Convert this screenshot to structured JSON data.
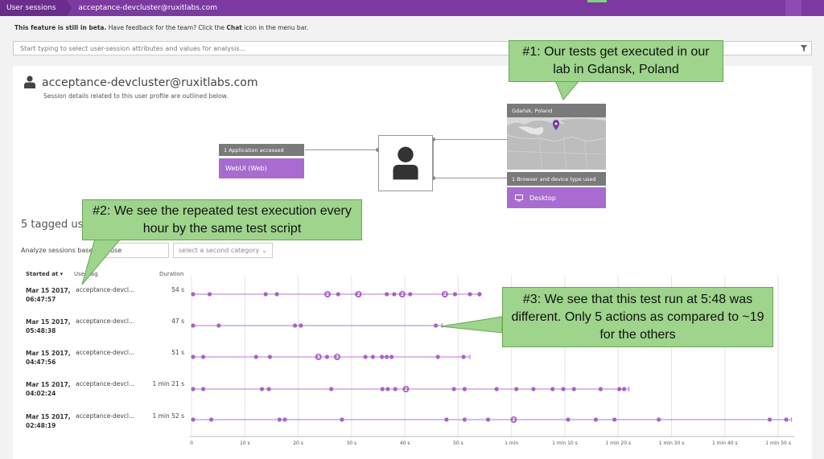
{
  "topbar": {
    "breadcrumb_1": "User sessions",
    "breadcrumb_2": "acceptance-devcluster@ruxitlabs.com"
  },
  "beta": {
    "prefix": "This feature is still in beta.",
    "middle": " Have feedback for the team? Click the ",
    "chat": "Chat",
    "suffix": " icon in the menu bar."
  },
  "filter": {
    "placeholder": "Start typing to select user-session attributes and values for analysis..."
  },
  "profile": {
    "name": "acceptance-devcluster@ruxitlabs.com",
    "subtitle": "Session details related to this user profile are outlined below.",
    "app_label": "1 Application accessed",
    "app_value": "WebUI (Web)",
    "location_label": "Gdańsk, Poland",
    "browser_label": "1 Browser and device type used",
    "browser_value": "Desktop"
  },
  "sessions": {
    "title": "5 tagged use",
    "analyze_label": "Analyze sessions based on",
    "select1": "use",
    "select2_placeholder": "select a second category",
    "columns": {
      "started": "Started at",
      "tag": "User tag",
      "duration": "Duration"
    },
    "rows": [
      {
        "date": "Mar 15 2017,",
        "time": "06:47:57",
        "tag": "acceptance-devcl...",
        "duration": "54 s",
        "end": 54,
        "events": [
          {
            "t": 0.3
          },
          {
            "t": 3.4
          },
          {
            "t": 13.9
          },
          {
            "t": 16
          },
          {
            "t": 25.5,
            "n": "2"
          },
          {
            "t": 27.5
          },
          {
            "t": 31
          },
          {
            "t": 31.3,
            "n": "2"
          },
          {
            "t": 36.6
          },
          {
            "t": 38
          },
          {
            "t": 39.5,
            "n": "2"
          },
          {
            "t": 41
          },
          {
            "t": 47.5,
            "n": "2"
          },
          {
            "t": 49.4
          },
          {
            "t": 52.2
          },
          {
            "t": 54
          }
        ]
      },
      {
        "date": "Mar 15 2017,",
        "time": "05:48:38",
        "tag": "acceptance-devcl...",
        "duration": "47 s",
        "end": 47,
        "events": [
          {
            "t": 0.3
          },
          {
            "t": 5.1
          },
          {
            "t": 19.4
          },
          {
            "t": 20.5
          },
          {
            "t": 45.8
          }
        ]
      },
      {
        "date": "Mar 15 2017,",
        "time": "04:47:56",
        "tag": "acceptance-devcl...",
        "duration": "51 s",
        "end": 52.2,
        "events": [
          {
            "t": 0.3
          },
          {
            "t": 2.2
          },
          {
            "t": 12.1
          },
          {
            "t": 14.7
          },
          {
            "t": 23.8,
            "n": "3"
          },
          {
            "t": 25.4
          },
          {
            "t": 27.3,
            "n": "3"
          },
          {
            "t": 32.6
          },
          {
            "t": 34
          },
          {
            "t": 35.7
          },
          {
            "t": 36.6
          },
          {
            "t": 37.5
          },
          {
            "t": 46.2
          },
          {
            "t": 51
          }
        ]
      },
      {
        "date": "Mar 15 2017,",
        "time": "04:02:24",
        "tag": "acceptance-devcl...",
        "duration": "1 min 21 s",
        "end": 82,
        "events": [
          {
            "t": 0.3
          },
          {
            "t": 2.2
          },
          {
            "t": 13.2
          },
          {
            "t": 14.5
          },
          {
            "t": 26.2
          },
          {
            "t": 35.8
          },
          {
            "t": 36.8
          },
          {
            "t": 38.2
          },
          {
            "t": 40.2,
            "n": "2"
          },
          {
            "t": 49.2
          },
          {
            "t": 51.2
          },
          {
            "t": 57.2
          },
          {
            "t": 60.9
          },
          {
            "t": 64.1
          },
          {
            "t": 67.7
          },
          {
            "t": 69.7
          },
          {
            "t": 71.7
          },
          {
            "t": 76.7
          },
          {
            "t": 80.2
          },
          {
            "t": 81.1
          }
        ]
      },
      {
        "date": "Mar 15 2017,",
        "time": "02:48:19",
        "tag": "acceptance-devcl...",
        "duration": "1 min 52 s",
        "end": 112.5,
        "events": [
          {
            "t": 0.3
          },
          {
            "t": 3.7
          },
          {
            "t": 16.5
          },
          {
            "t": 17.5
          },
          {
            "t": 28.2
          },
          {
            "t": 47.8
          },
          {
            "t": 51.2
          },
          {
            "t": 55.6
          },
          {
            "t": 60.4,
            "n": "2"
          },
          {
            "t": 70.6
          },
          {
            "t": 75.8
          },
          {
            "t": 79.3
          },
          {
            "t": 87.6
          },
          {
            "t": 108.4
          },
          {
            "t": 111.5
          }
        ]
      }
    ],
    "axis_ticks": [
      "0",
      "10 s",
      "20 s",
      "30 s",
      "40 s",
      "50 s",
      "1 min",
      "1 min 10 s",
      "1 min 20 s",
      "1 min 30 s",
      "1 min 40 s",
      "1 min 50 s"
    ],
    "axis_max_seconds": 113,
    "colors": {
      "event": "#a861c9",
      "line": "#b07bd0",
      "grid": "#e4e4e4"
    }
  },
  "callouts": {
    "c1": "#1: Our tests get executed in our lab in Gdansk, Poland",
    "c2": "#2: We see the repeated test execution every hour by the same test script",
    "c3": "#3: We see that this test run at 5:48 was different. Only 5 actions as compared to ~19 for the others"
  }
}
